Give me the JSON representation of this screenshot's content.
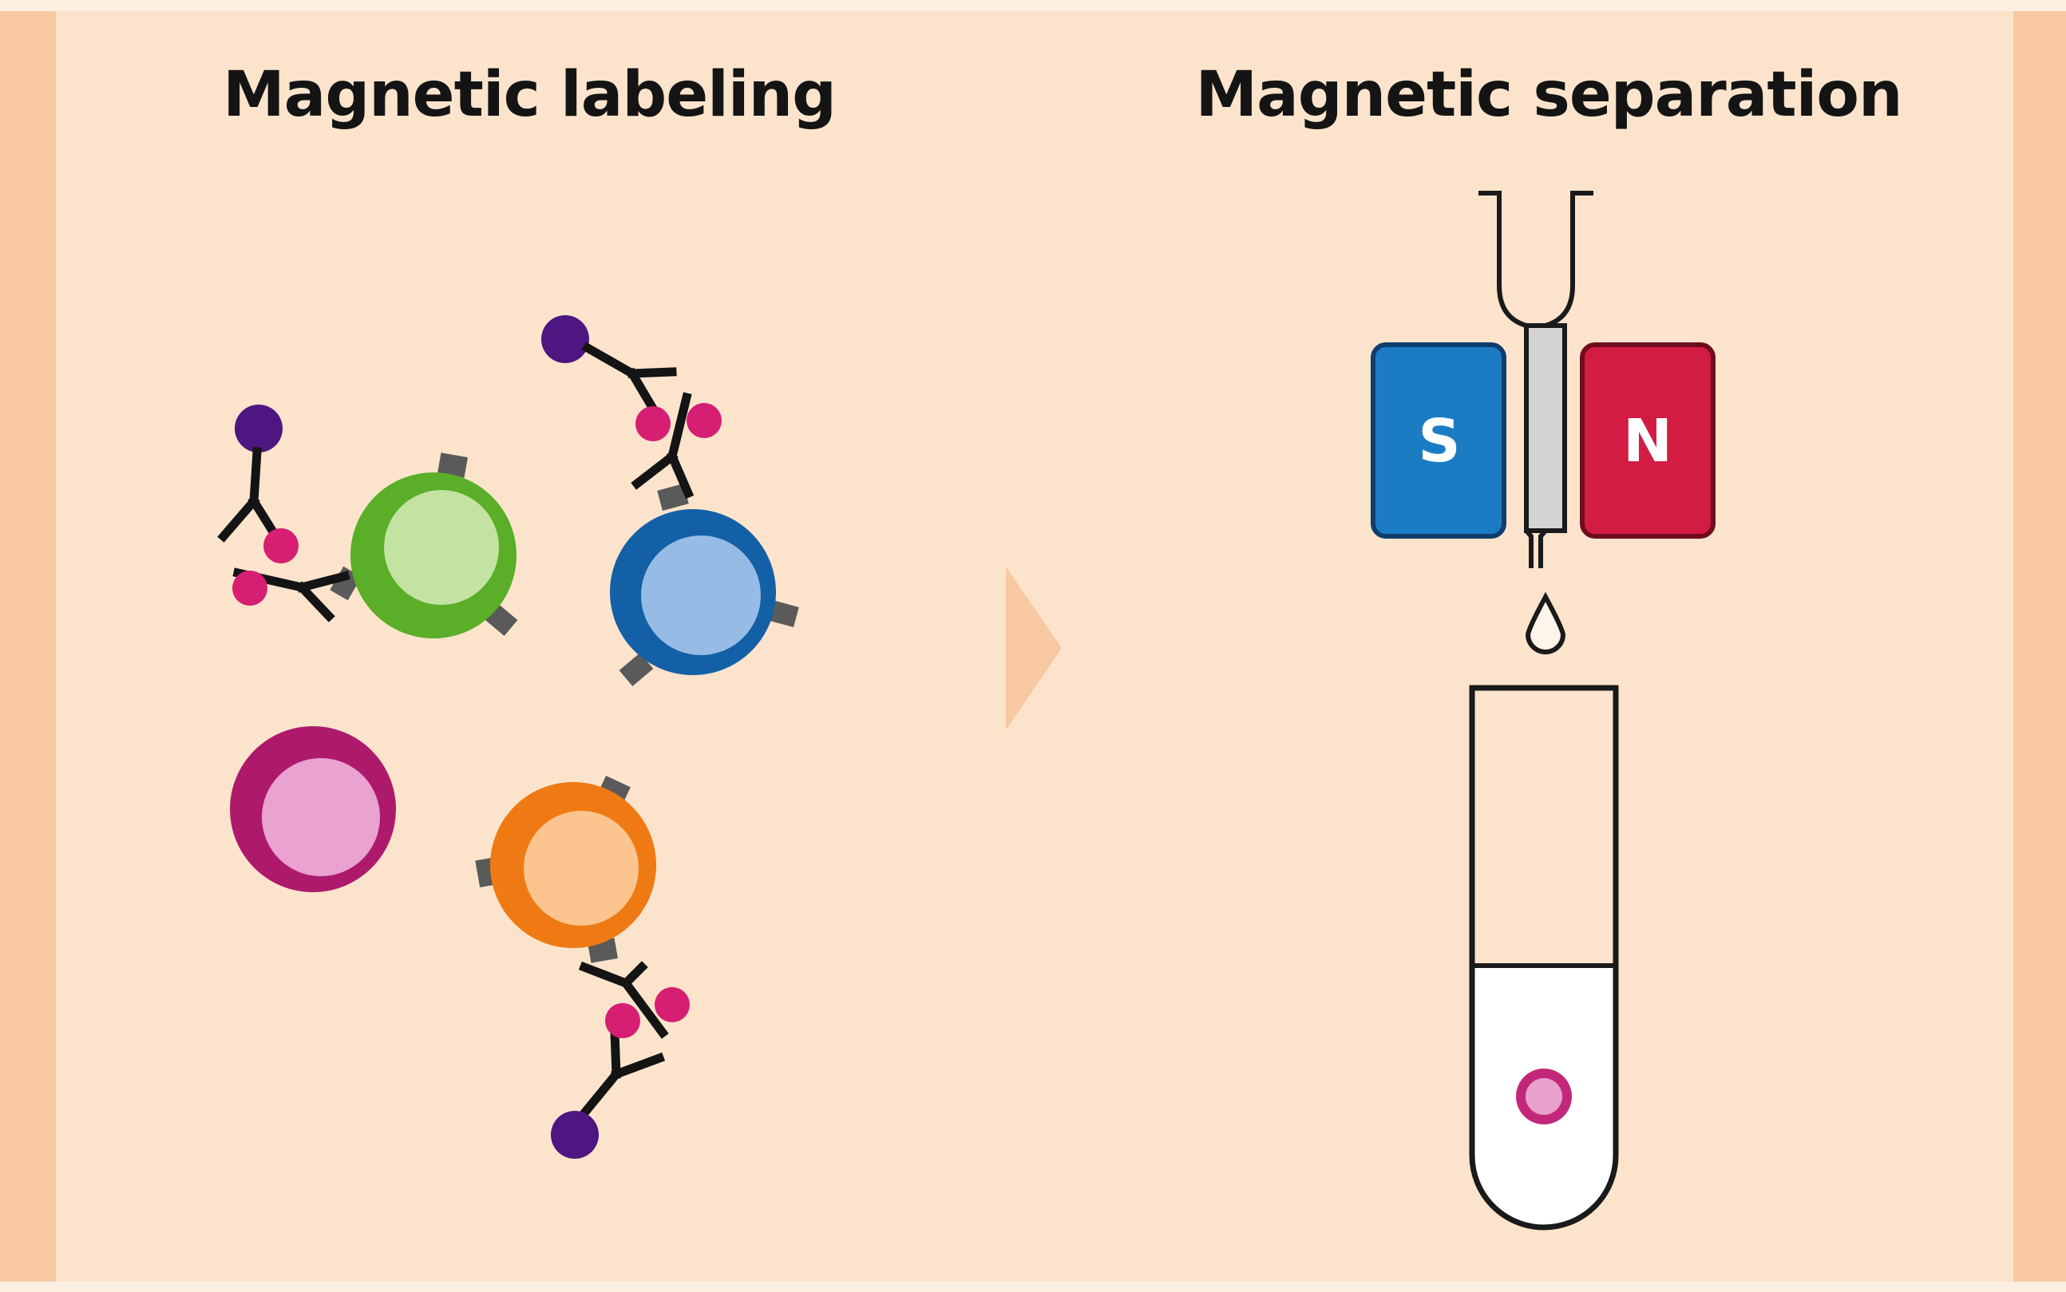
{
  "panels": {
    "left": {
      "title": "Magnetic labeling"
    },
    "right": {
      "title": "Magnetic separation"
    }
  },
  "magnets": {
    "south": {
      "label": "S",
      "color": "#1b7cc4"
    },
    "north": {
      "label": "N",
      "color": "#d21c42"
    }
  },
  "colors": {
    "background": "#fce4cc",
    "outer_stripe": "#f8c8a0",
    "bead": "#d61e72",
    "biotin": "#4d1680",
    "antibody": "#141414",
    "surface_marker": "#5a5a5a",
    "cell_green": "#5aae28",
    "cell_blue": "#1460a6",
    "cell_magenta": "#ad1a6c",
    "cell_orange": "#ef7a14",
    "collected_cell": "#c2287a"
  },
  "icons": [
    "cell-green-icon",
    "cell-blue-icon",
    "cell-magenta-icon",
    "cell-orange-icon",
    "antibody-icon",
    "magnetic-bead-icon",
    "column-icon",
    "droplet-icon",
    "test-tube-icon"
  ]
}
